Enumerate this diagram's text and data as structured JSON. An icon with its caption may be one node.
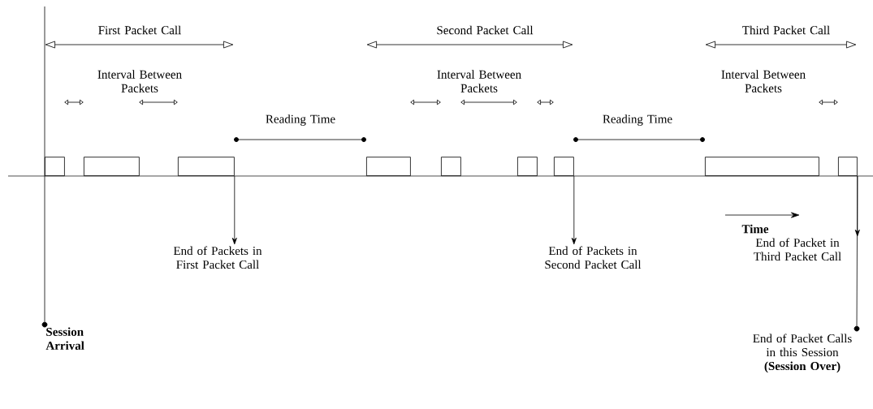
{
  "diagram": {
    "nodes": [
      {
        "text": [],
        "shape": "box"
      },
      {
        "text": [],
        "shape": "box"
      },
      {
        "text": [],
        "shape": "box"
      },
      {
        "text": [],
        "shape": "box"
      },
      {
        "text": [],
        "shape": "box"
      },
      {
        "text": [],
        "shape": "box"
      },
      {
        "text": [],
        "shape": "box"
      },
      {
        "text": [],
        "shape": "box"
      },
      {
        "text": [],
        "shape": "box"
      },
      {
        "text": [
          "End of Packets in First Packet Call"
        ]
      },
      {
        "text": [
          "End of Packets in Second Packet Call"
        ]
      },
      {
        "text": [
          "End of Packet in Third Packet Call"
        ]
      },
      {
        "text": [
          "Session Arrival"
        ]
      },
      {
        "text": [
          "End of Packet Calls in this Session **(Session Over)**"
        ]
      },
      {
        "text": [],
        "shape": "circle"
      },
      {
        "text": [],
        "shape": "circle"
      }
    ],
    "edges": [
      {
        "from": 2,
        "to": 9,
        "arrow": "to"
      },
      {
        "from": 6,
        "to": 10,
        "arrow": "to"
      },
      {
        "from": 8,
        "to": 11,
        "arrow": "to"
      },
      {
        "from": 8,
        "to": 15,
        "arrow": "none"
      },
      {
        "from": null,
        "to": 14,
        "arrow": "none"
      }
    ],
    "labels": [
      "First Packet Call",
      "Second Packet Call",
      "Third Packet Call",
      "Interval Between Packets",
      "Interval Between Packets",
      "Interval Between Packets",
      "Reading Time",
      "Reading Time",
      "Time"
    ]
  }
}
